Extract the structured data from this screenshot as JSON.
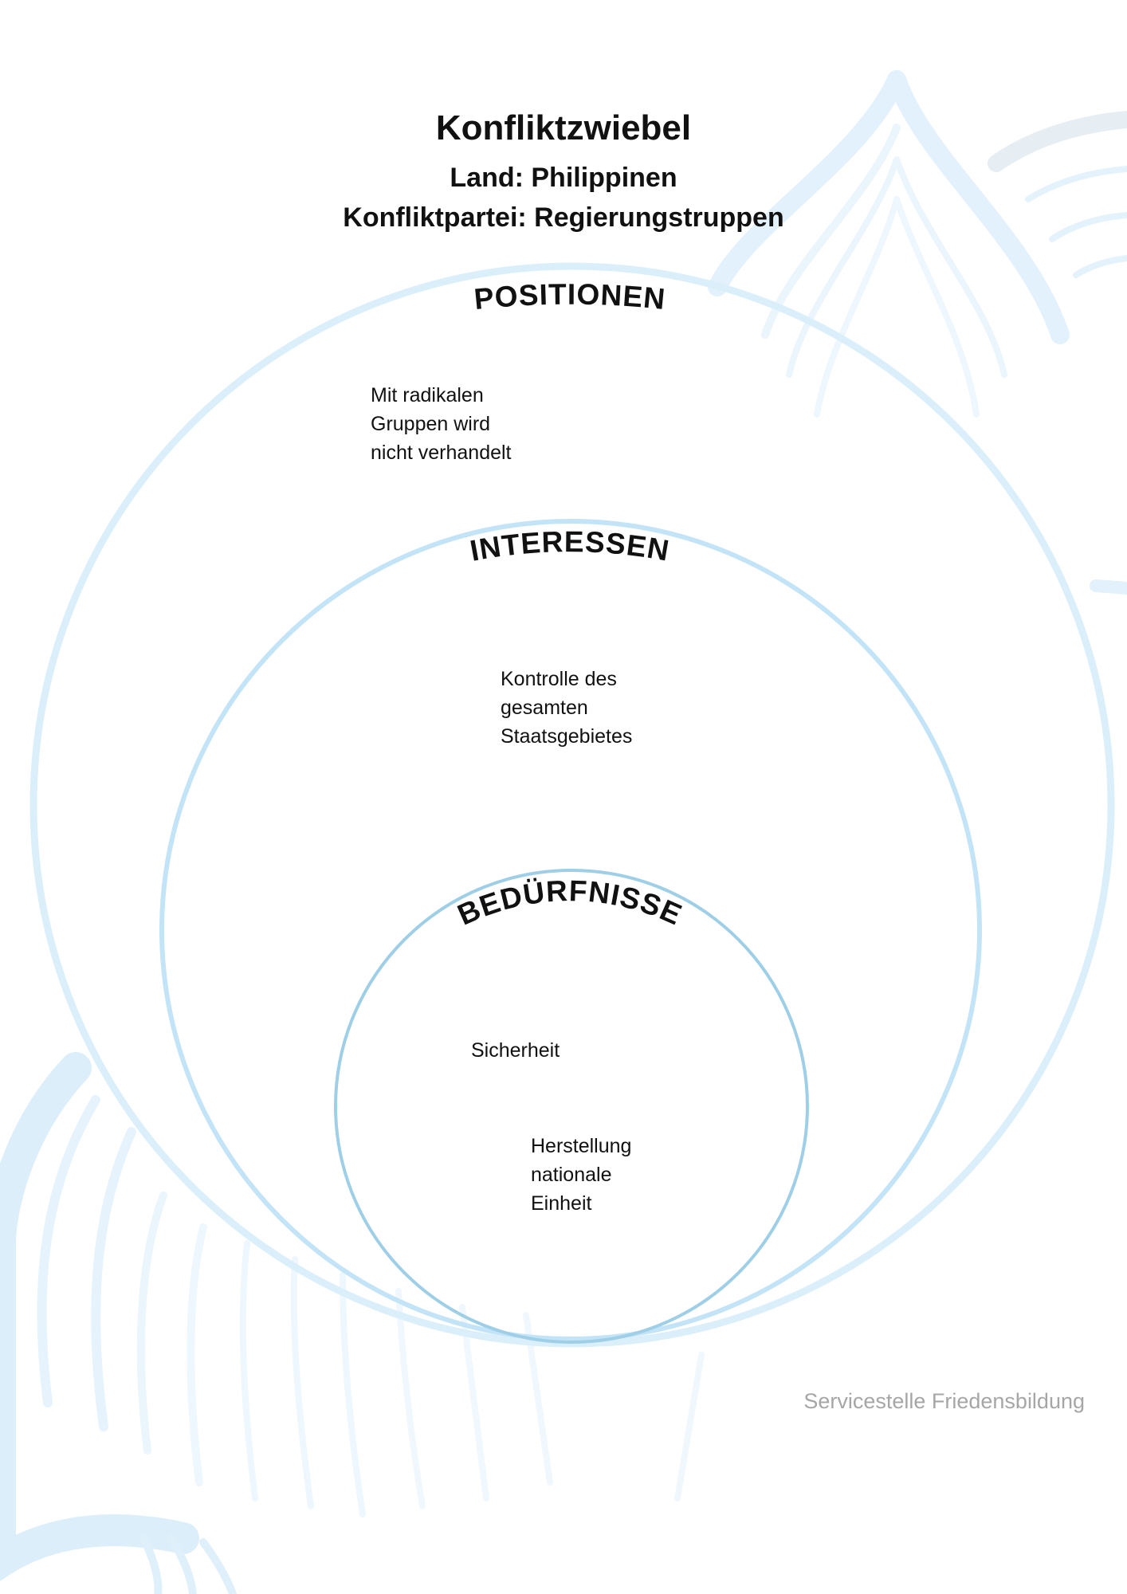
{
  "header": {
    "title": "Konfliktzwiebel",
    "country_line": "Land: Philippinen",
    "party_line": "Konfliktpartei: Regierungstruppen"
  },
  "layers": [
    {
      "id": "positionen",
      "label": "POSITIONEN",
      "entries": [
        "Mit radikalen\nGruppen wird\nnicht verhandelt"
      ]
    },
    {
      "id": "interessen",
      "label": "INTERESSEN",
      "entries": [
        "Kontrolle des\ngesamten\nStaatsgebietes"
      ]
    },
    {
      "id": "beduerfnisse",
      "label": "BEDÜRFNISSE",
      "entries": [
        "Sicherheit",
        "Herstellung\nnationale\nEinheit"
      ]
    }
  ],
  "footer": {
    "text": "Servicestelle Friedensbildung"
  },
  "colors": {
    "outer_ring": "#dbeffb",
    "middle_ring": "#c3e4f7",
    "inner_ring": "#9fcfe6",
    "watermark": "#d4ebf9"
  }
}
